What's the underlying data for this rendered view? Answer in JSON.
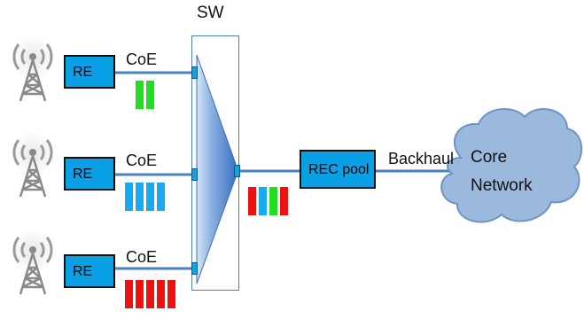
{
  "switch": {
    "label": "SW"
  },
  "links": {
    "coe_label": "CoE",
    "backhaul_label": "Backhaul"
  },
  "re_units": [
    {
      "label": "RE",
      "frame_color": "#22dd22",
      "frame_count": 2
    },
    {
      "label": "RE",
      "frame_color": "#18aaf0",
      "frame_count": 4
    },
    {
      "label": "RE",
      "frame_color": "#ee1111",
      "frame_count": 5
    }
  ],
  "rec_pool": {
    "label": "REC pool"
  },
  "aggregated_frames": [
    "#ee1111",
    "#18aaf0",
    "#22dd22",
    "#ee1111"
  ],
  "core_network": {
    "line1": "Core",
    "line2": "Network"
  },
  "colors": {
    "box_fill": "#0aa0e6",
    "link_line": "#4a7fc0",
    "cloud_fill": "#9ab9dd",
    "cloud_edge": "#6f93c2",
    "antenna_icon": "#888888"
  }
}
